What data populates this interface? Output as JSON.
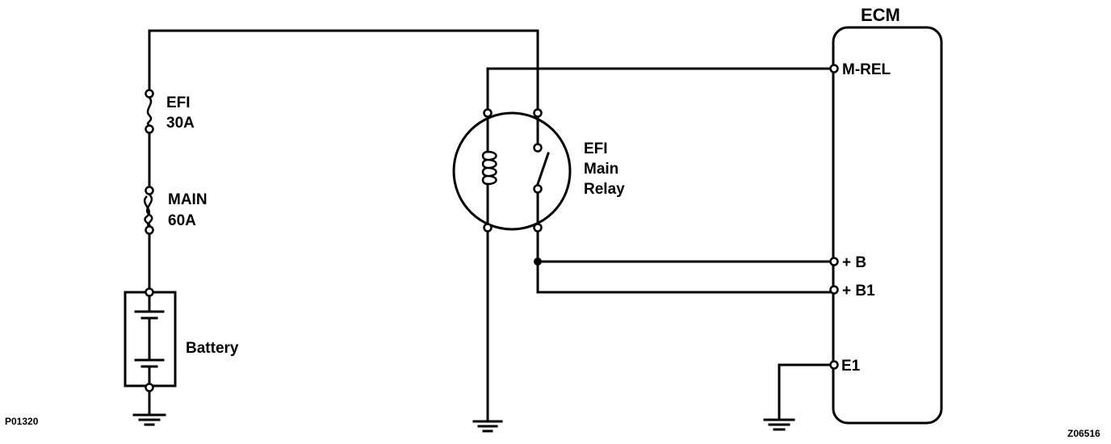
{
  "ecm": {
    "title": "ECM",
    "pins": {
      "m_rel": "M-REL",
      "plus_b": "+ B",
      "plus_b1": "+ B1",
      "e1": "E1"
    }
  },
  "fuses": {
    "efi": {
      "name": "EFI",
      "rating": "30A"
    },
    "main": {
      "name": "MAIN",
      "rating": "60A"
    }
  },
  "battery": {
    "label": "Battery"
  },
  "relay": {
    "line1": "EFI",
    "line2": "Main",
    "line3": "Relay"
  },
  "codes": {
    "left": "P01320",
    "right": "Z06516"
  }
}
